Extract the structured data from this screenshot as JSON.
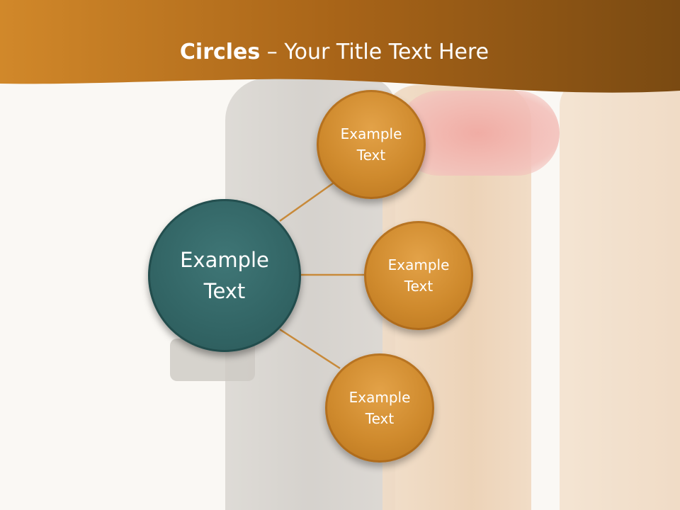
{
  "title": {
    "bold": "Circles",
    "rest": " – Your Title Text Here"
  },
  "diagram": {
    "center": {
      "label": "Example\nText"
    },
    "nodes": [
      {
        "label": "Example\nText"
      },
      {
        "label": "Example\nText"
      },
      {
        "label": "Example\nText"
      }
    ]
  },
  "colors": {
    "header": "#b8731f",
    "center_circle": "#336666",
    "node_circle": "#cf8a2d",
    "connector": "#c88a3a"
  }
}
